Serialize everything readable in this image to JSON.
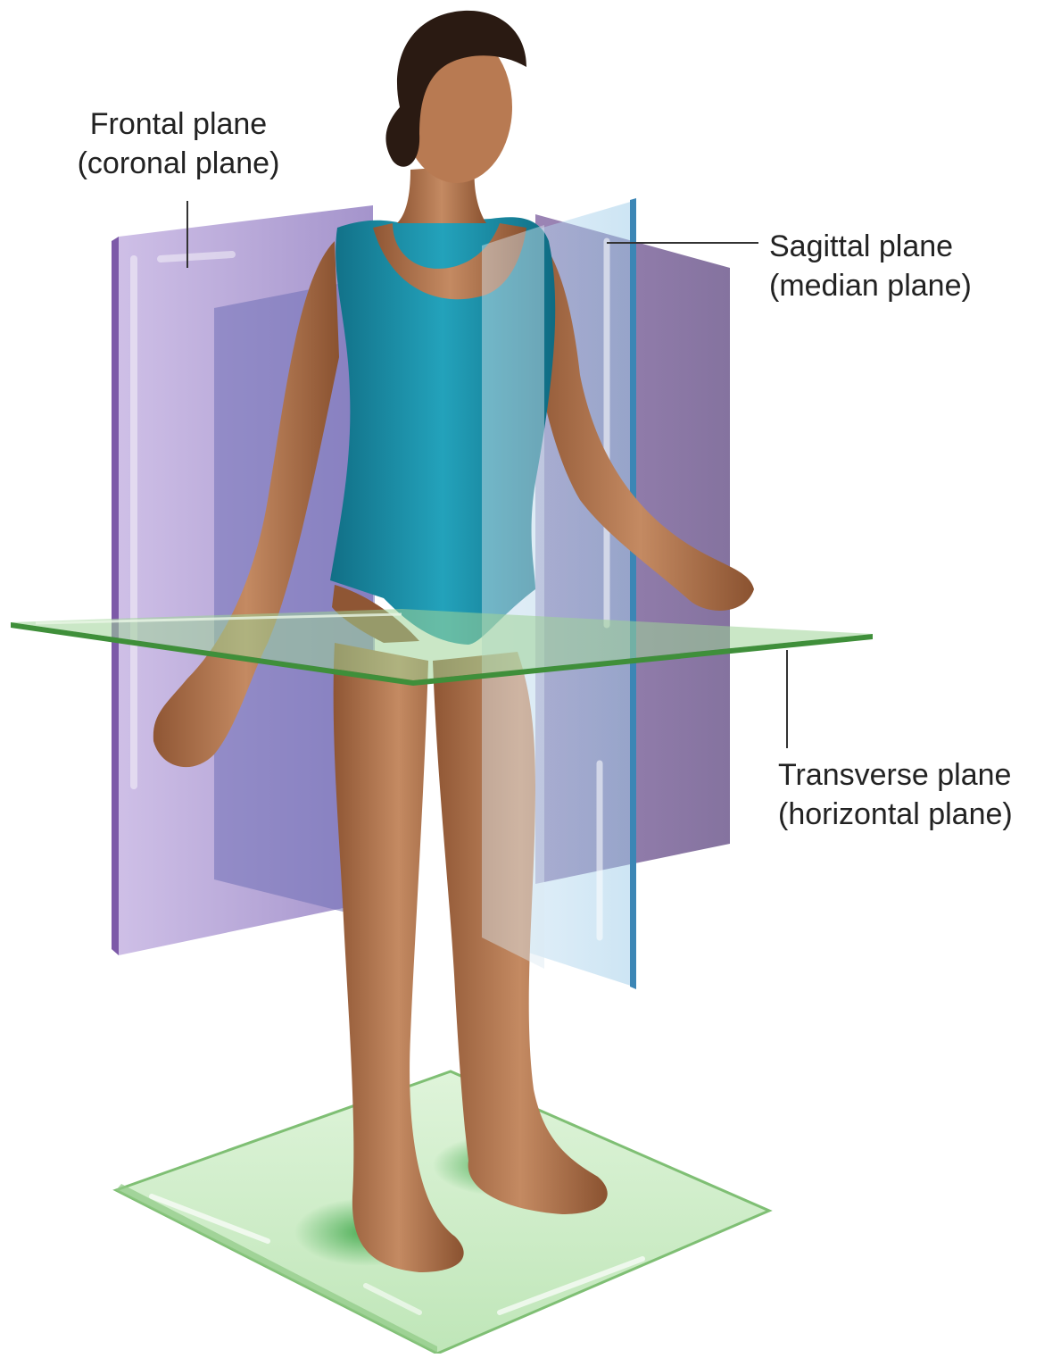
{
  "labels": {
    "frontal": {
      "line1": "Frontal plane",
      "line2": "(coronal plane)"
    },
    "sagittal": {
      "line1": "Sagittal plane",
      "line2": "(median plane)"
    },
    "transverse": {
      "line1": "Transverse plane",
      "line2": "(horizontal plane)"
    }
  },
  "colors": {
    "frontal_plane": "#b9a6d8",
    "sagittal_plane": "#9cc6e6",
    "transverse_plane": "#a9dca3",
    "floor_plate": "#c9ecc4",
    "skin": "#b97a55",
    "swimsuit": "#1a8fa6",
    "hair": "#2a1a12",
    "leader_line": "#333333"
  }
}
